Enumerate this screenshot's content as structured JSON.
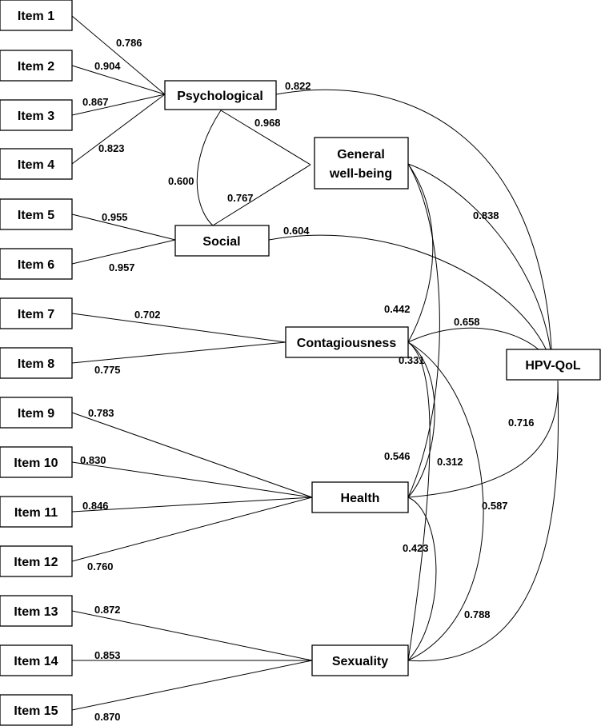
{
  "items": [
    "Item 1",
    "Item 2",
    "Item 3",
    "Item 4",
    "Item 5",
    "Item 6",
    "Item 7",
    "Item 8",
    "Item 9",
    "Item 10",
    "Item 11",
    "Item 12",
    "Item 13",
    "Item 14",
    "Item 15"
  ],
  "factors": {
    "psychological": "Psychological",
    "general_line1": "General",
    "general_line2": "well-being",
    "social": "Social",
    "contagiousness": "Contagiousness",
    "health": "Health",
    "sexuality": "Sexuality",
    "hpv_qol": "HPV-QoL"
  },
  "item_loadings": [
    "0.786",
    "0.904",
    "0.867",
    "0.823",
    "0.955",
    "0.957",
    "0.702",
    "0.775",
    "0.783",
    "0.830",
    "0.846",
    "0.760",
    "0.872",
    "0.853",
    "0.870"
  ],
  "factor_loadings": {
    "psychological": "0.822",
    "general_wellbeing": "0.838",
    "social": "0.604",
    "contagiousness": "0.658",
    "health": "0.716",
    "sexuality": "0.788"
  },
  "correlations": {
    "psych_general": "0.968",
    "psych_social": "0.600",
    "social_general": "0.767",
    "general_contagiousness": "0.442",
    "contagiousness_health": "0.331",
    "general_health": "0.546",
    "contagiousness_sexuality": "0.312",
    "health_sexuality": "0.423",
    "contagiousness_sexuality_outer": "0.587"
  }
}
